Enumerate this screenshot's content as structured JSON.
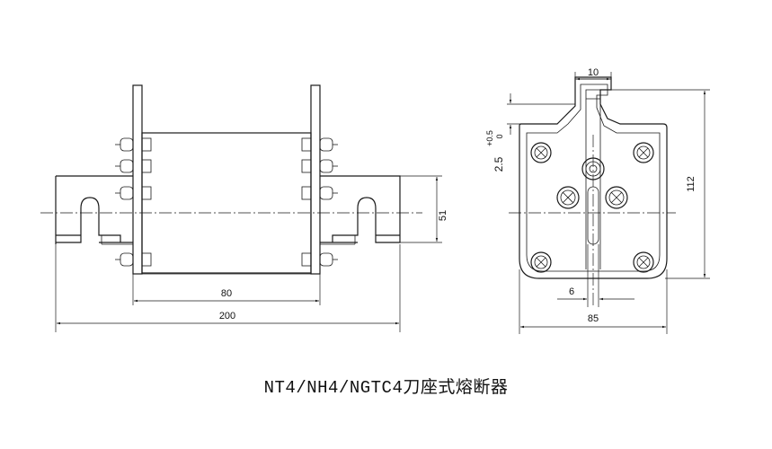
{
  "caption": "NT4/NH4/NGTC4刀座式熔断器",
  "dimensions": {
    "front_body_width": "80",
    "front_total_length": "200",
    "front_height": "51",
    "side_top_width": "10",
    "side_tolerance_main": "2.5",
    "side_tolerance_upper": "+0.5",
    "side_tolerance_lower": "0",
    "side_height": "112",
    "side_slot_width": "6",
    "side_base_width": "85"
  }
}
